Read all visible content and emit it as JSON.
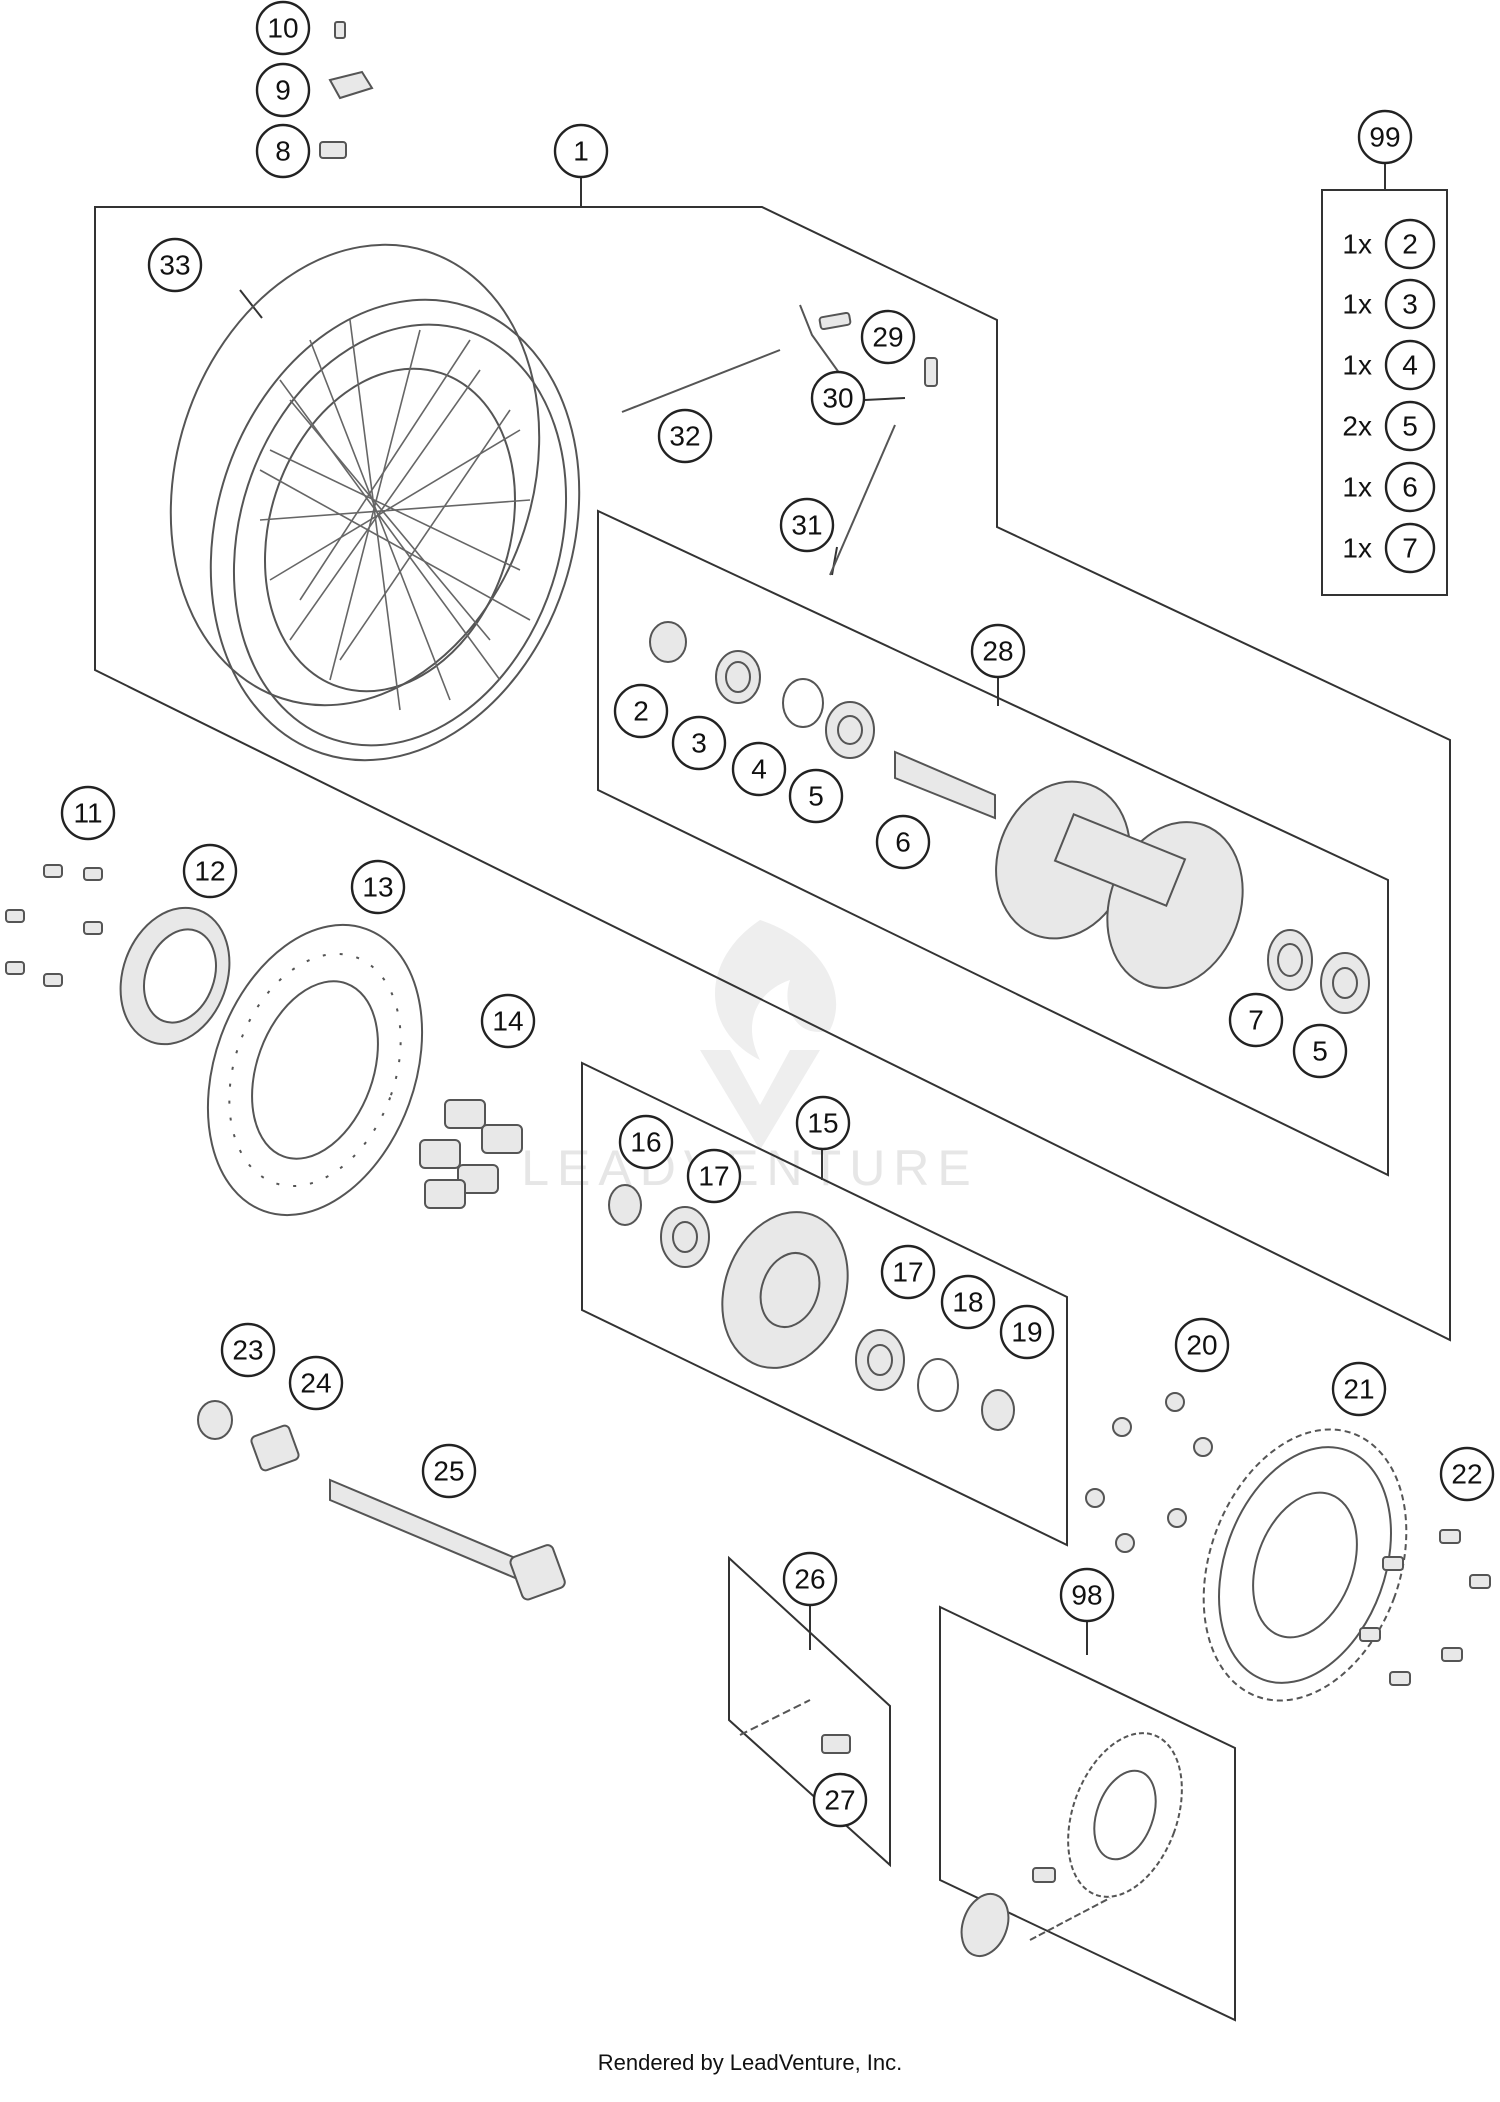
{
  "callouts": [
    {
      "id": "c10",
      "label": "10"
    },
    {
      "id": "c9",
      "label": "9"
    },
    {
      "id": "c8",
      "label": "8"
    },
    {
      "id": "c1",
      "label": "1"
    },
    {
      "id": "c33",
      "label": "33"
    },
    {
      "id": "c29",
      "label": "29"
    },
    {
      "id": "c30",
      "label": "30"
    },
    {
      "id": "c32",
      "label": "32"
    },
    {
      "id": "c31",
      "label": "31"
    },
    {
      "id": "c28",
      "label": "28"
    },
    {
      "id": "c2",
      "label": "2"
    },
    {
      "id": "c3",
      "label": "3"
    },
    {
      "id": "c4",
      "label": "4"
    },
    {
      "id": "c5a",
      "label": "5"
    },
    {
      "id": "c6",
      "label": "6"
    },
    {
      "id": "c7",
      "label": "7"
    },
    {
      "id": "c5b",
      "label": "5"
    },
    {
      "id": "c11",
      "label": "11"
    },
    {
      "id": "c12",
      "label": "12"
    },
    {
      "id": "c13",
      "label": "13"
    },
    {
      "id": "c14",
      "label": "14"
    },
    {
      "id": "c15",
      "label": "15"
    },
    {
      "id": "c16",
      "label": "16"
    },
    {
      "id": "c17a",
      "label": "17"
    },
    {
      "id": "c17b",
      "label": "17"
    },
    {
      "id": "c18",
      "label": "18"
    },
    {
      "id": "c19",
      "label": "19"
    },
    {
      "id": "c20",
      "label": "20"
    },
    {
      "id": "c21",
      "label": "21"
    },
    {
      "id": "c22",
      "label": "22"
    },
    {
      "id": "c23",
      "label": "23"
    },
    {
      "id": "c24",
      "label": "24"
    },
    {
      "id": "c25",
      "label": "25"
    },
    {
      "id": "c26",
      "label": "26"
    },
    {
      "id": "c27",
      "label": "27"
    },
    {
      "id": "c98",
      "label": "98"
    },
    {
      "id": "c99",
      "label": "99"
    }
  ],
  "kit_99": [
    {
      "qty": "1x",
      "part": "2"
    },
    {
      "qty": "1x",
      "part": "3"
    },
    {
      "qty": "1x",
      "part": "4"
    },
    {
      "qty": "2x",
      "part": "5"
    },
    {
      "qty": "1x",
      "part": "6"
    },
    {
      "qty": "1x",
      "part": "7"
    }
  ],
  "watermark": "LEADVENTURE",
  "credit": "Rendered by LeadVenture, Inc."
}
